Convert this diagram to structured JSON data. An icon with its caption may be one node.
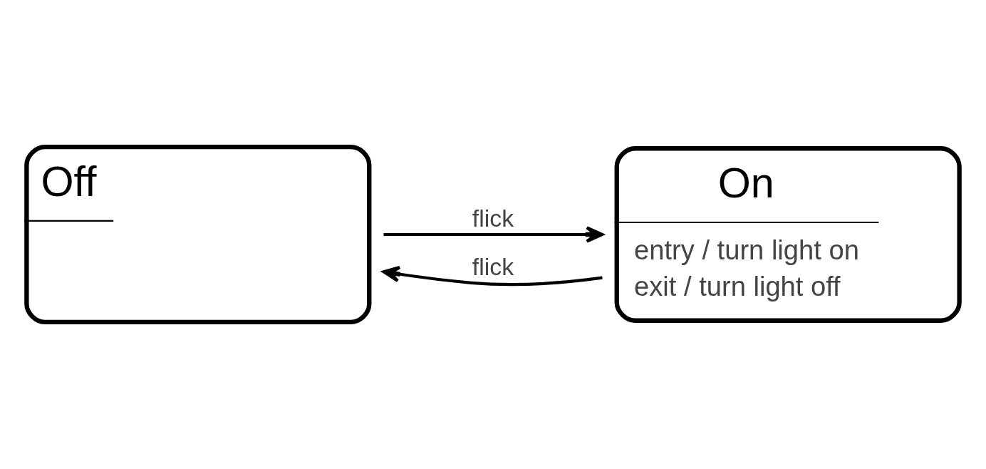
{
  "diagram": {
    "nodes": [
      {
        "text": [
          "Off"
        ]
      },
      {
        "text": [
          "On",
          "entry / turn light on",
          "exit / turn light off"
        ]
      }
    ],
    "edges": [
      {
        "from": 0,
        "to": 1,
        "arrow": "to",
        "label": "flick"
      },
      {
        "from": 1,
        "to": 0,
        "arrow": "to",
        "label": "flick"
      }
    ]
  }
}
